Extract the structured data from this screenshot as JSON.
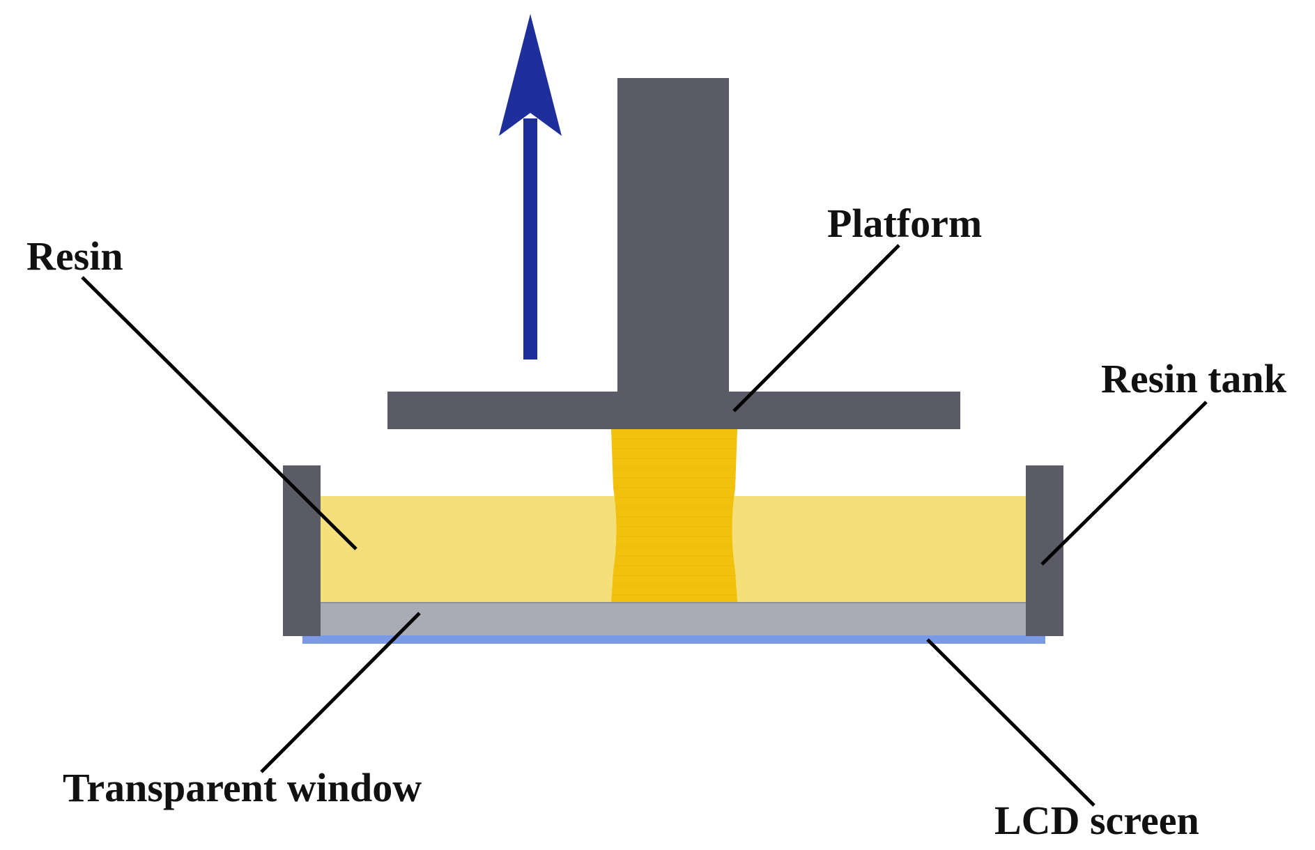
{
  "labels": {
    "resin": "Resin",
    "platform": "Platform",
    "resin_tank": "Resin tank",
    "transparent_window": "Transparent window",
    "lcd_screen": "LCD screen"
  },
  "colors": {
    "tank": "#5a5b66",
    "platform": "#5a5b66",
    "resin": "#f5df78",
    "printed_part": "#f2c10e",
    "transparent_window": "#a9abb5",
    "lcd_screen": "#7a9ae6",
    "arrow": "#1e2f9c",
    "leader_line": "#000000"
  },
  "arrow_direction": "up"
}
